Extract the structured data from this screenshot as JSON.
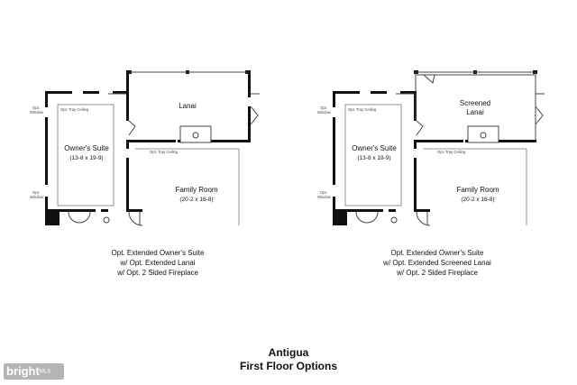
{
  "plans": [
    {
      "lanai_label_1": "Lanai",
      "lanai_label_2": "",
      "owners_suite_label": "Owner's Suite",
      "owners_suite_dims": "(13-8 x 19-9)",
      "family_room_label": "Family Room",
      "family_room_dims": "(20-2 x 16-8)",
      "tray_ceiling_1": "Opt. Tray Ceiling",
      "tray_ceiling_2": "Opt. Tray Ceiling",
      "opt_window_top_1": "Opt.",
      "opt_window_top_2": "Window",
      "opt_window_bottom_1": "Opt.",
      "opt_window_bottom_2": "Window",
      "caption_lines": [
        "Opt. Extended Owner's Suite",
        "w/ Opt. Extended Lanai",
        "w/ Opt. 2 Sided Fireplace"
      ]
    },
    {
      "lanai_label_1": "Screened",
      "lanai_label_2": "Lanai",
      "owners_suite_label": "Owner's Suite",
      "owners_suite_dims": "(13-8 x 19-9)",
      "family_room_label": "Family Room",
      "family_room_dims": "(20-2 x 16-8)",
      "tray_ceiling_1": "Opt. Tray Ceiling",
      "tray_ceiling_2": "Opt. Tray Ceiling",
      "opt_window_top_1": "Opt.",
      "opt_window_top_2": "Window",
      "opt_window_bottom_1": "Opt.",
      "opt_window_bottom_2": "Window",
      "caption_lines": [
        "Opt. Extended Owner's Suite",
        "w/ Opt. Extended Screened Lanai",
        "w/ Opt. 2 Sided Fireplace"
      ]
    }
  ],
  "title_line_1": "Antigua",
  "title_line_2": "First Floor Options",
  "watermark": {
    "brand": "bright",
    "suffix": "MLS"
  }
}
